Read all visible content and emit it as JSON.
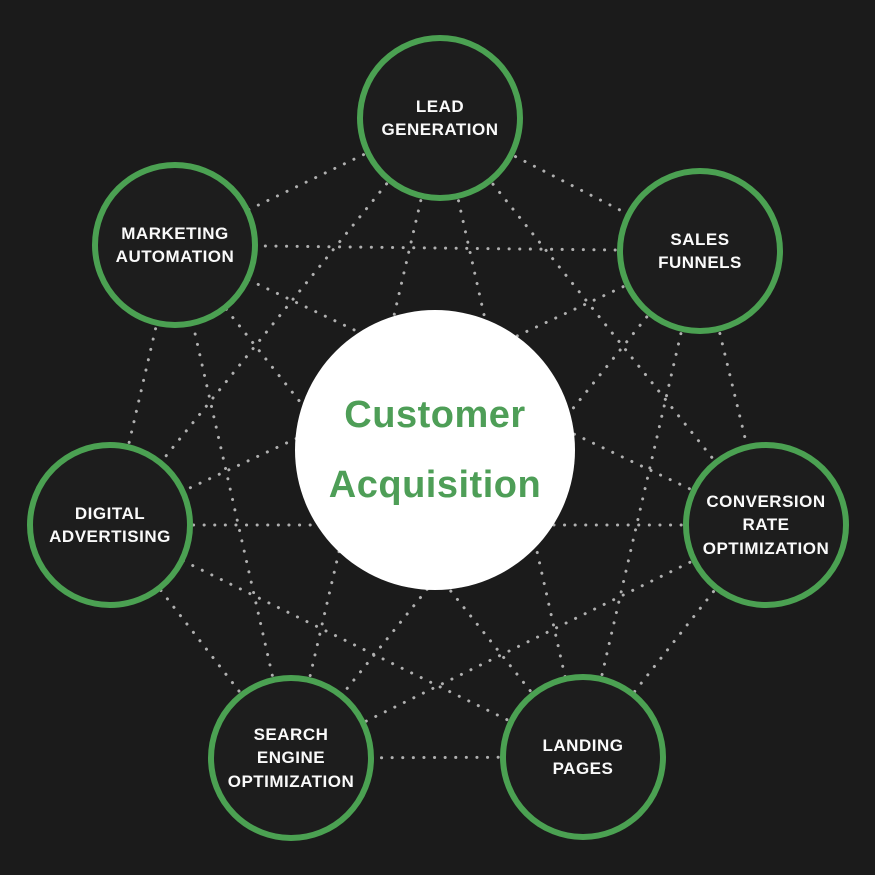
{
  "colors": {
    "background": "#1b1b1b",
    "node_fill": "#1d1d1d",
    "ring_green": "#4ba152",
    "title_green": "#4e9e57",
    "label_white": "#fafafa",
    "dot_gray": "#b0b0b0"
  },
  "center": {
    "title_lines": [
      "Customer",
      "Acquisition"
    ]
  },
  "nodes": [
    {
      "id": "lead-generation",
      "label_lines": [
        "LEAD",
        "GENERATION"
      ]
    },
    {
      "id": "sales-funnels",
      "label_lines": [
        "SALES",
        "FUNNELS"
      ]
    },
    {
      "id": "conversion-rate-optimization",
      "label_lines": [
        "CONVERSION",
        "RATE",
        "OPTIMIZATION"
      ]
    },
    {
      "id": "landing-pages",
      "label_lines": [
        "LANDING",
        "PAGES"
      ]
    },
    {
      "id": "search-engine-optimization",
      "label_lines": [
        "SEARCH",
        "ENGINE",
        "OPTIMIZATION"
      ]
    },
    {
      "id": "digital-advertising",
      "label_lines": [
        "DIGITAL",
        "ADVERTISING"
      ]
    },
    {
      "id": "marketing-automation",
      "label_lines": [
        "MARKETING",
        "AUTOMATION"
      ]
    }
  ]
}
